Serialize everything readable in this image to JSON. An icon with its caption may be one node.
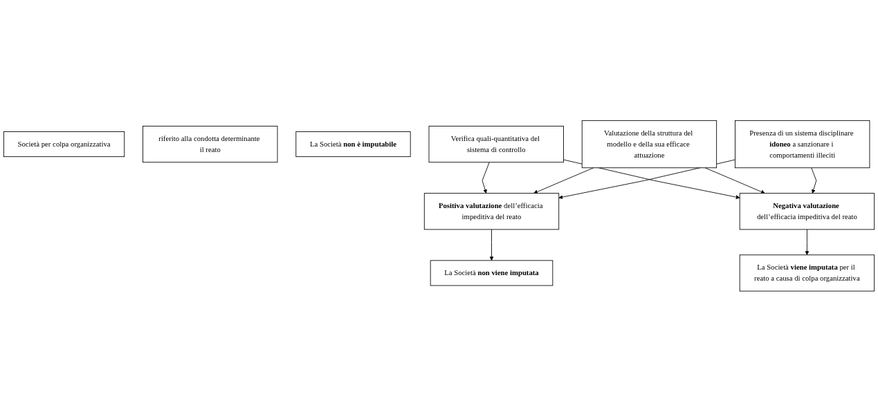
{
  "diagram": {
    "nodes": [
      {
        "text": [
          "Società per colpa organizzativa"
        ]
      },
      {
        "text": [
          "riferito alla condotta determinante il reato"
        ]
      },
      {
        "text": [
          "La Società **non è imputabile**"
        ]
      },
      {
        "text": [
          "Verifica quali-quantitativa del sistema di controllo"
        ]
      },
      {
        "text": [
          "Valutazione della struttura del modello e della sua efficace attuazione"
        ]
      },
      {
        "text": [
          "Presenza di un sistema disciplinare **idoneo** a sanzionare i comportamenti illeciti"
        ]
      },
      {
        "text": [
          "**Positiva valutazione** dell’efficacia impeditiva del reato"
        ]
      },
      {
        "text": [
          "**Negativa valutazione** dell’efficacia impeditiva del reato"
        ]
      },
      {
        "text": [
          "La Società **non viene imputata**"
        ]
      },
      {
        "text": [
          "La Società **viene imputata** per il reato a causa di colpa organizzativa"
        ]
      }
    ],
    "edges": [
      {
        "from": 3,
        "to": 6,
        "arrow": "to"
      },
      {
        "from": 4,
        "to": 6,
        "arrow": "to"
      },
      {
        "from": 5,
        "to": 6,
        "arrow": "to"
      },
      {
        "from": 3,
        "to": 7,
        "arrow": "to"
      },
      {
        "from": 4,
        "to": 7,
        "arrow": "to"
      },
      {
        "from": 5,
        "to": 7,
        "arrow": "to"
      },
      {
        "from": 6,
        "to": 8,
        "arrow": "to"
      },
      {
        "from": 7,
        "to": 9,
        "arrow": "to"
      }
    ]
  }
}
